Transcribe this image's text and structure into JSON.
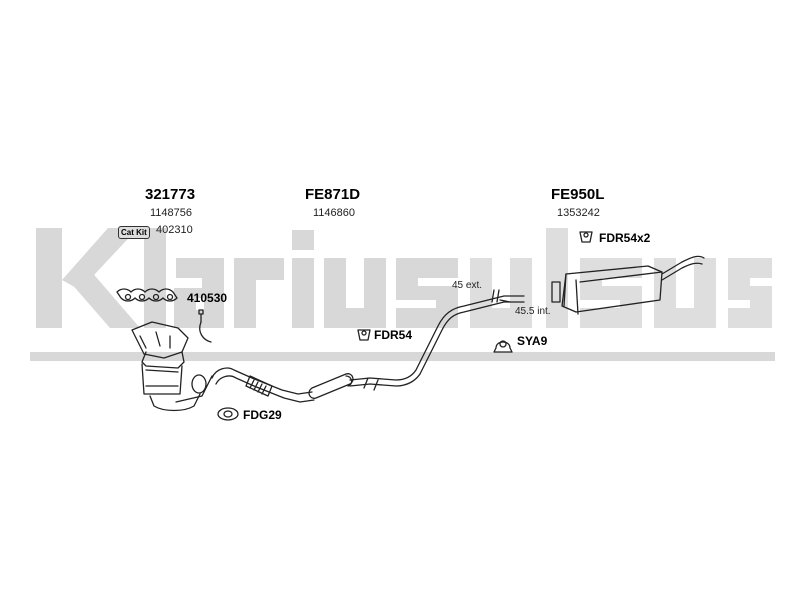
{
  "watermark": {
    "text": "klarius"
  },
  "groups": [
    {
      "code": "321773",
      "number": "1148756"
    },
    {
      "code": "FE871D",
      "number": "1146860"
    },
    {
      "code": "FE950L",
      "number": "1353242"
    }
  ],
  "catkit": {
    "badge": "Cat Kit",
    "number": "402310"
  },
  "accessories": {
    "manifold_gasket": "410530",
    "front_mount": "FDR54",
    "flange_gasket": "FDG29",
    "rear_mounts": "FDR54x2",
    "clamp": "SYA9"
  },
  "dims": {
    "ext": "45 ext.",
    "int": "45.5 int."
  },
  "colors": {
    "watermark": "#d6d6d6",
    "line": "#222222"
  }
}
